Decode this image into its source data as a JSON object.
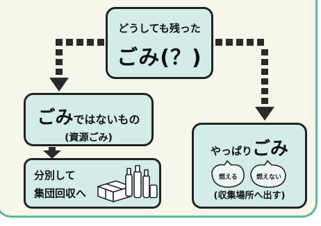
{
  "top_box": {
    "line1": "どうしても残った",
    "line2": "ごみ(？)"
  },
  "left_box": {
    "emphasis": "ごみ",
    "rest": "ではないもの",
    "sub": "(資源ごみ)"
  },
  "bottom_left_box": {
    "line1": "分別して",
    "line2": "集団回収へ"
  },
  "right_box": {
    "prefix": "やっぱり",
    "emphasis": "ごみ",
    "sub": "(収集場所へ出す)",
    "bag_label_1": "燃える",
    "bag_label_2": "燃えない"
  },
  "colors": {
    "panel_bg": "#f6f7ea",
    "panel_border": "#5fb69b",
    "box_fill": "#d3ece7",
    "arrow": "#2a2a2a"
  }
}
